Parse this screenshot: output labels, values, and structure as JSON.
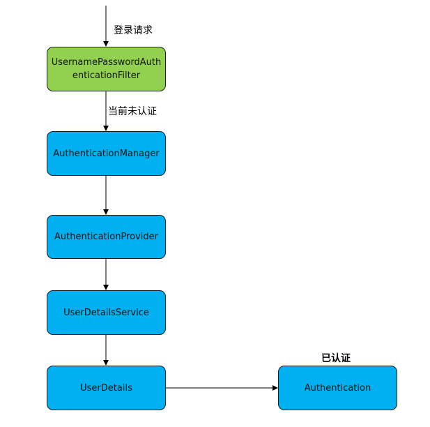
{
  "colors": {
    "filter_fill": "#92d050",
    "node_fill": "#00b0f0",
    "border": "#1a1a1a",
    "line": "#000000"
  },
  "nodes": {
    "filter": "UsernamePasswordAuthenticationFilter",
    "manager": "AuthenticationManager",
    "provider": "AuthenticationProvider",
    "service": "UserDetailsService",
    "details": "UserDetails",
    "authentication": "Authentication"
  },
  "labels": {
    "login_request": "登录请求",
    "not_authenticated": "当前未认证",
    "authenticated": "已认证"
  }
}
